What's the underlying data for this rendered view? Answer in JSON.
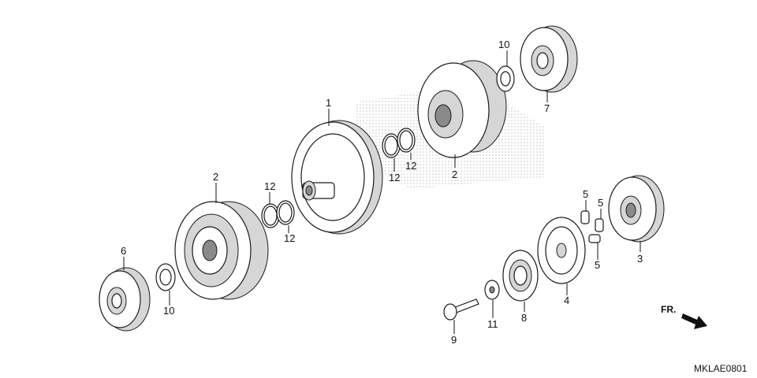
{
  "diagram": {
    "code": "MKLAE0801",
    "front_mark": "FR.",
    "callouts": [
      {
        "id": "c1",
        "text": "1"
      },
      {
        "id": "c2a",
        "text": "2"
      },
      {
        "id": "c2b",
        "text": "2"
      },
      {
        "id": "c3",
        "text": "3"
      },
      {
        "id": "c4",
        "text": "4"
      },
      {
        "id": "c5a",
        "text": "5"
      },
      {
        "id": "c5b",
        "text": "5"
      },
      {
        "id": "c5c",
        "text": "5"
      },
      {
        "id": "c6",
        "text": "6"
      },
      {
        "id": "c7",
        "text": "7"
      },
      {
        "id": "c8",
        "text": "8"
      },
      {
        "id": "c9",
        "text": "9"
      },
      {
        "id": "c10a",
        "text": "10"
      },
      {
        "id": "c10b",
        "text": "10"
      },
      {
        "id": "c11",
        "text": "11"
      },
      {
        "id": "c12a",
        "text": "12"
      },
      {
        "id": "c12b",
        "text": "12"
      },
      {
        "id": "c12c",
        "text": "12"
      },
      {
        "id": "c12d",
        "text": "12"
      }
    ]
  }
}
